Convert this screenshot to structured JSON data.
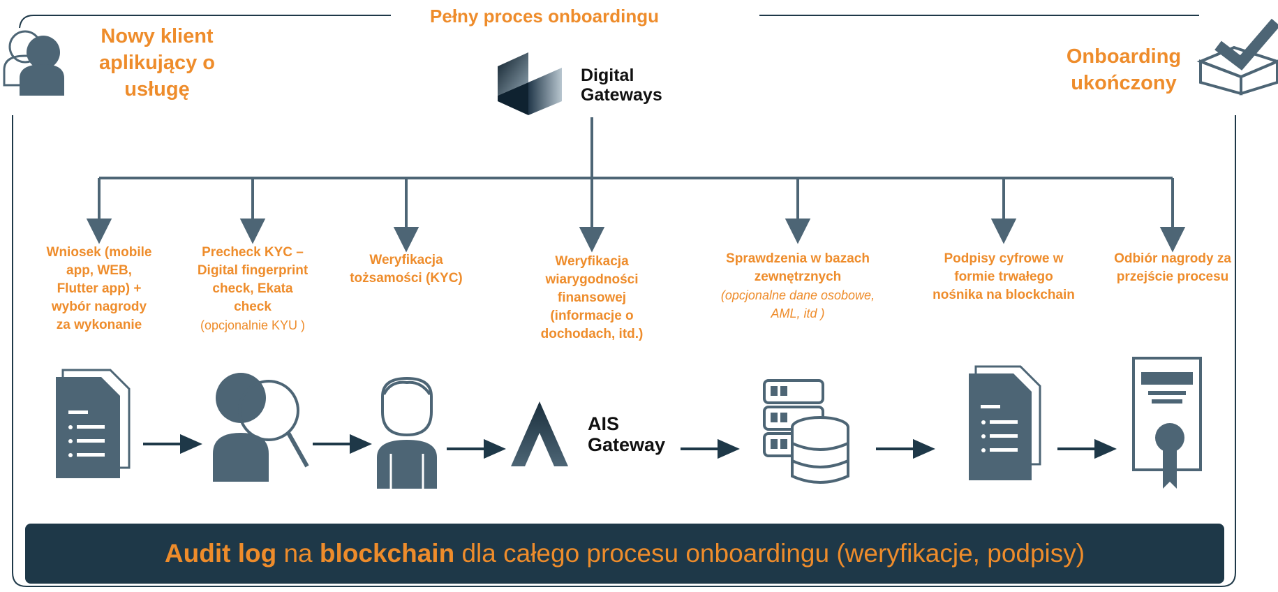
{
  "title": "Pełny proces onboardingu",
  "left_label": [
    "Nowy klient",
    "aplikujący o",
    "usługę"
  ],
  "right_label": [
    "Onboarding",
    "ukończony"
  ],
  "logo": {
    "line1": "Digital",
    "line2": "Gateways"
  },
  "steps": [
    {
      "lines": [
        "Wniosek (mobile",
        "app, WEB,",
        "Flutter app) +",
        "wybór nagrody",
        "za wykonanie"
      ],
      "note": ""
    },
    {
      "lines": [
        "Precheck KYC –",
        "Digital fingerprint",
        "check, Ekata",
        "check"
      ],
      "note": "(opcjonalnie KYU )"
    },
    {
      "lines": [
        "Weryfikacja",
        "tożsamości (KYC)"
      ],
      "note": ""
    },
    {
      "lines": [
        "Weryfikacja",
        "wiarygodności",
        "finansowej",
        "(informacje o",
        "dochodach, itd.)"
      ],
      "note": ""
    },
    {
      "lines": [
        "Sprawdzenia w bazach",
        "zewnętrznych"
      ],
      "note_lines": [
        "(opcjonalne dane osobowe,",
        "AML, itd )"
      ]
    },
    {
      "lines": [
        "Podpisy cyfrowe w",
        "formie trwałego",
        "nośnika na blockchain"
      ],
      "note": ""
    },
    {
      "lines": [
        "Odbiór nagrody za",
        "przejście procesu"
      ],
      "note": ""
    }
  ],
  "ais": {
    "line1": "AIS",
    "line2": "Gateway"
  },
  "banner": {
    "part1": "Audit log",
    "part2": " na ",
    "part3": "blockchain",
    "part4": " dla całego procesu onboardingu (weryfikacje, podpisy)"
  },
  "colors": {
    "accent": "#ee8c2b",
    "slate": "#4d6575",
    "dark": "#1e3848",
    "arrow": "#1e3848"
  }
}
